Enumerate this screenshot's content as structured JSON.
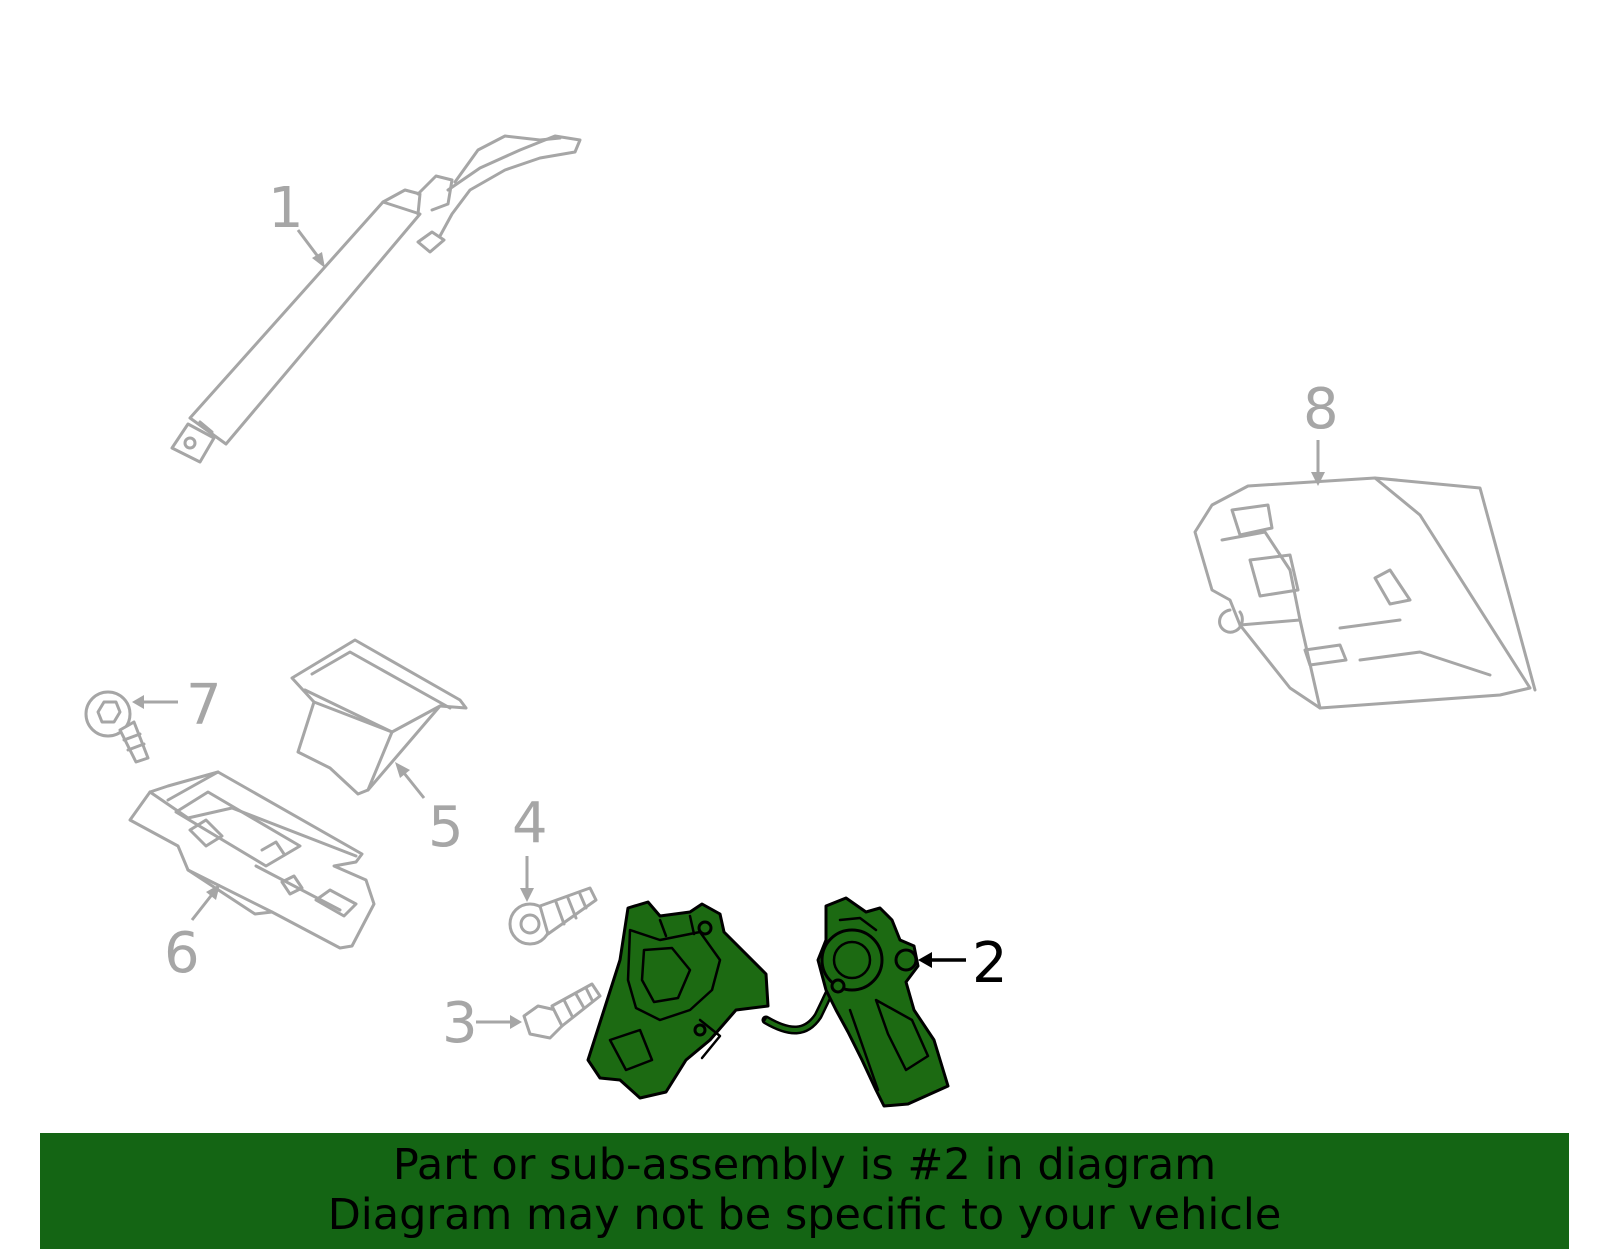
{
  "callouts": {
    "c1": "1",
    "c2": "2",
    "c3": "3",
    "c4": "4",
    "c5": "5",
    "c6": "6",
    "c7": "7",
    "c8": "8"
  },
  "highlighted_part": "2",
  "colors": {
    "highlight_fill": "#1c6a12",
    "banner_bg": "#146514",
    "part_stroke": "#a6a6a6",
    "text_dark": "#000000"
  },
  "banner": {
    "line1": "Part or sub-assembly is #2 in diagram",
    "line2": "Diagram may not be specific to your vehicle"
  }
}
